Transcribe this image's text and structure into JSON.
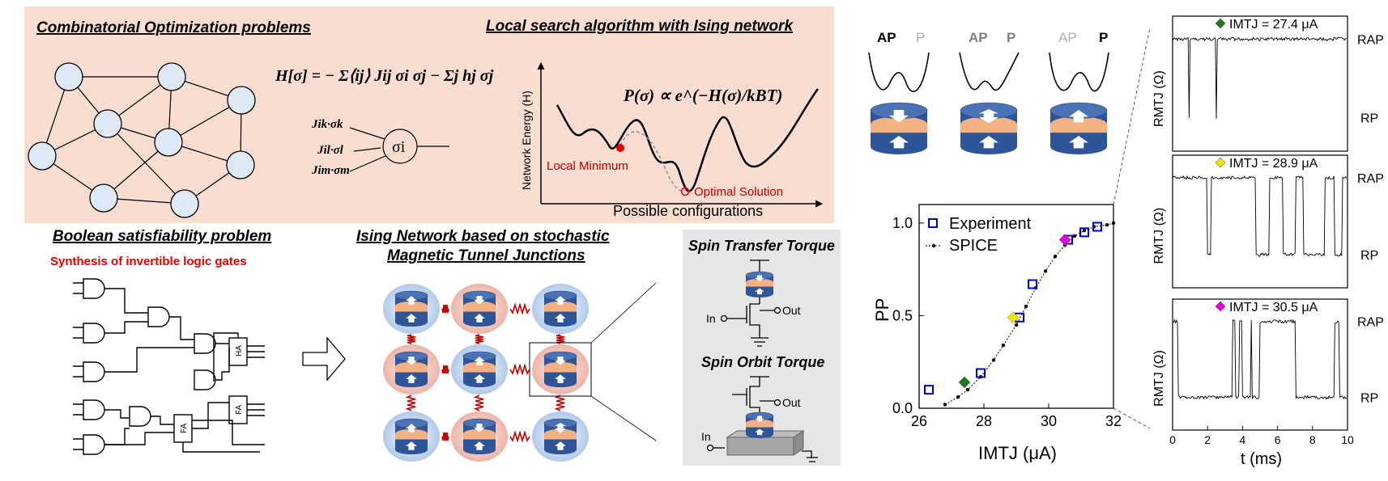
{
  "titles": {
    "comb_opt": "Combinatorial Optimization problems",
    "local_search": "Local search algorithm with Ising network",
    "boolean_sat": "Boolean satisfiability problem",
    "synthesis": "Synthesis of invertible logic gates",
    "ising_net_1": "Ising Network based on stochastic",
    "ising_net_2": "Magnetic Tunnel Junctions",
    "stt": "Spin Transfer Torque",
    "sot": "Spin Orbit Torque"
  },
  "equations": {
    "hamiltonian": "H[σ] = − Σ⟨ij⟩ Jij σi σj − Σj hj σj",
    "boltzmann": "P(σ) ∝ e^(−H(σ)/kBT)",
    "sigma": "σi",
    "j_ik": "Jik·σk",
    "j_il": "Jil·σl",
    "j_im": "Jim·σm"
  },
  "energy_plot": {
    "ylabel": "Network Energy (H)",
    "xlabel": "Possible configurations",
    "local_min": "Local Minimum",
    "optimal": "Optimal Solution"
  },
  "circuit": {
    "gate_ha": "HA",
    "gate_fa1": "FA",
    "gate_fa2": "FA",
    "in_label": "In",
    "out_label": "Out"
  },
  "states": {
    "s1": {
      "a": "AP",
      "b": "P"
    },
    "s2": {
      "a": "AP",
      "b": "P"
    },
    "s3": {
      "a": "AP",
      "b": "P"
    }
  },
  "colors": {
    "peach": "#f8ddd0",
    "node_blue": "#dde9f7",
    "mtj_blue": "#2e5597",
    "mtj_orange": "#f4b183",
    "spring_red": "#c00000",
    "panel_gray": "#e6e6e6",
    "exp_blue": "#0000cc"
  },
  "chart_data": [
    {
      "type": "scatter",
      "xlabel": "IMTJ (μA)",
      "ylabel": "PP",
      "xlim": [
        26,
        32
      ],
      "ylim": [
        0,
        1.1
      ],
      "x_ticks": [
        "26",
        "28",
        "30",
        "32"
      ],
      "y_ticks": [
        "0.0",
        "0.5",
        "1.0"
      ],
      "legend_placement": "top-left",
      "series": [
        {
          "name": "Experiment",
          "marker": "open-square",
          "points": [
            [
              26.3,
              0.1
            ],
            [
              27.9,
              0.19
            ],
            [
              29.1,
              0.49
            ],
            [
              29.5,
              0.67
            ],
            [
              30.6,
              0.91
            ],
            [
              31.1,
              0.95
            ],
            [
              31.5,
              0.98
            ]
          ]
        },
        {
          "name": "SPICE",
          "marker": "dot-line",
          "points": [
            [
              26.8,
              0.02
            ],
            [
              27.2,
              0.06
            ],
            [
              27.5,
              0.1
            ],
            [
              27.9,
              0.17
            ],
            [
              28.3,
              0.26
            ],
            [
              28.6,
              0.34
            ],
            [
              29.0,
              0.45
            ],
            [
              29.3,
              0.55
            ],
            [
              29.6,
              0.65
            ],
            [
              29.9,
              0.74
            ],
            [
              30.2,
              0.82
            ],
            [
              30.5,
              0.88
            ],
            [
              30.8,
              0.93
            ],
            [
              31.1,
              0.96
            ],
            [
              31.4,
              0.98
            ],
            [
              31.8,
              0.99
            ],
            [
              32.0,
              1.0
            ]
          ]
        },
        {
          "name": "",
          "marker": "diamond",
          "colors": [
            "#1f7a1f",
            "#f2e600",
            "#e600e6"
          ],
          "points": [
            [
              27.4,
              0.14
            ],
            [
              28.9,
              0.49
            ],
            [
              30.5,
              0.91
            ]
          ]
        }
      ]
    },
    {
      "type": "line",
      "xlabel": "t (ms)",
      "ylabel": "RMTJ (Ω)",
      "xlim": [
        0,
        10
      ],
      "x_ticks": [
        "0",
        "2",
        "4",
        "6",
        "8",
        "10"
      ],
      "level_labels": [
        "RAP",
        "RP"
      ],
      "traces": [
        {
          "label": "IMTJ = 27.4 μA",
          "marker_color": "#1f7a1f"
        },
        {
          "label": "IMTJ = 28.9 μA",
          "marker_color": "#f2e600"
        },
        {
          "label": "IMTJ = 30.5 μA",
          "marker_color": "#e600e6"
        }
      ]
    }
  ]
}
